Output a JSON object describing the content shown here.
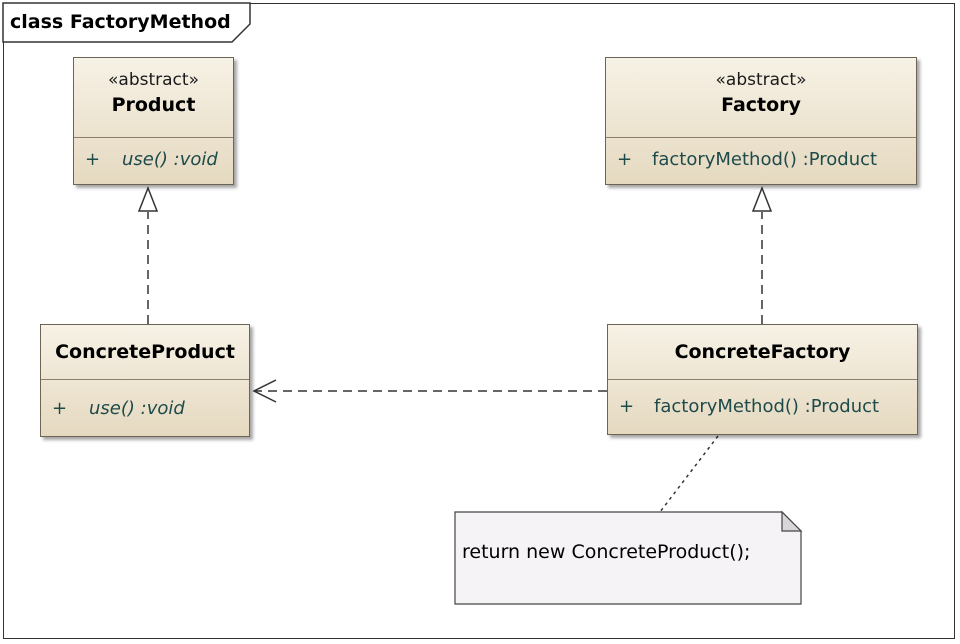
{
  "frame": {
    "title": "class FactoryMethod"
  },
  "classes": {
    "product": {
      "stereotype": "«abstract»",
      "name": "Product",
      "operation": {
        "visibility": "+",
        "signature": "use()  :void"
      }
    },
    "factory": {
      "stereotype": "«abstract»",
      "name": "Factory",
      "operation": {
        "visibility": "+",
        "signature": "factoryMethod()  :Product"
      }
    },
    "concrete_product": {
      "name": "ConcreteProduct",
      "operation": {
        "visibility": "+",
        "signature": "use()  :void"
      }
    },
    "concrete_factory": {
      "name": "ConcreteFactory",
      "operation": {
        "visibility": "+",
        "signature": "factoryMethod()  :Product"
      }
    }
  },
  "note": {
    "text": "return new ConcreteProduct();"
  },
  "colors": {
    "class_fill_top": "#f7f2e6",
    "class_fill_bottom": "#e5d9c0",
    "class_border": "#6e6455",
    "note_fill": "#f5f3f5",
    "operation_text": "#1e4a4a"
  }
}
